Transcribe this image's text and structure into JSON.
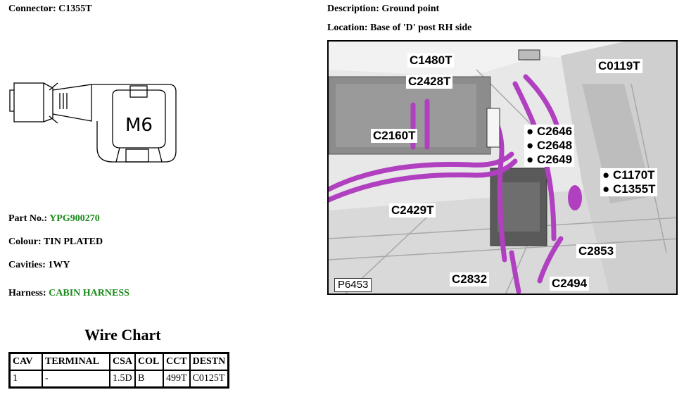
{
  "header": {
    "connector_label": "Connector:",
    "connector_value": "C1355T",
    "description_label": "Description:",
    "description_value": "Ground point",
    "location_label": "Location:",
    "location_value": "Base of 'D' post RH side"
  },
  "connector_drawing": {
    "face_text": "M6"
  },
  "details": {
    "part_label": "Part No.:",
    "part_value": "YPG900270",
    "colour_label": "Colour:",
    "colour_value": "TIN PLATED",
    "cavities_label": "Cavities:",
    "cavities_value": "1WY",
    "harness_label": "Harness:",
    "harness_value": "CABIN HARNESS"
  },
  "wire_chart": {
    "title": "Wire Chart",
    "headers": [
      "CAV",
      "TERMINAL",
      "CSA",
      "COL",
      "CCT",
      "DESTN"
    ],
    "rows": [
      [
        "1",
        "-",
        "1.5D",
        "B",
        "499T",
        "C0125T"
      ]
    ]
  },
  "photo": {
    "id_label": "P6453",
    "callouts": {
      "c1480t": "C1480T",
      "c0119t": "C0119T",
      "c2428t": "C2428T",
      "c2160t": "C2160T",
      "c2646": "C2646",
      "c2648": "C2648",
      "c2649": "C2649",
      "c1170t": "C1170T",
      "c1355t": "C1355T",
      "c2429t": "C2429T",
      "c2853": "C2853",
      "c2832": "C2832",
      "c2494": "C2494"
    }
  },
  "colors": {
    "green_text": "#1a8a1a",
    "harness_magenta": "#b040c0",
    "photo_gray": "#d8d8d8"
  }
}
